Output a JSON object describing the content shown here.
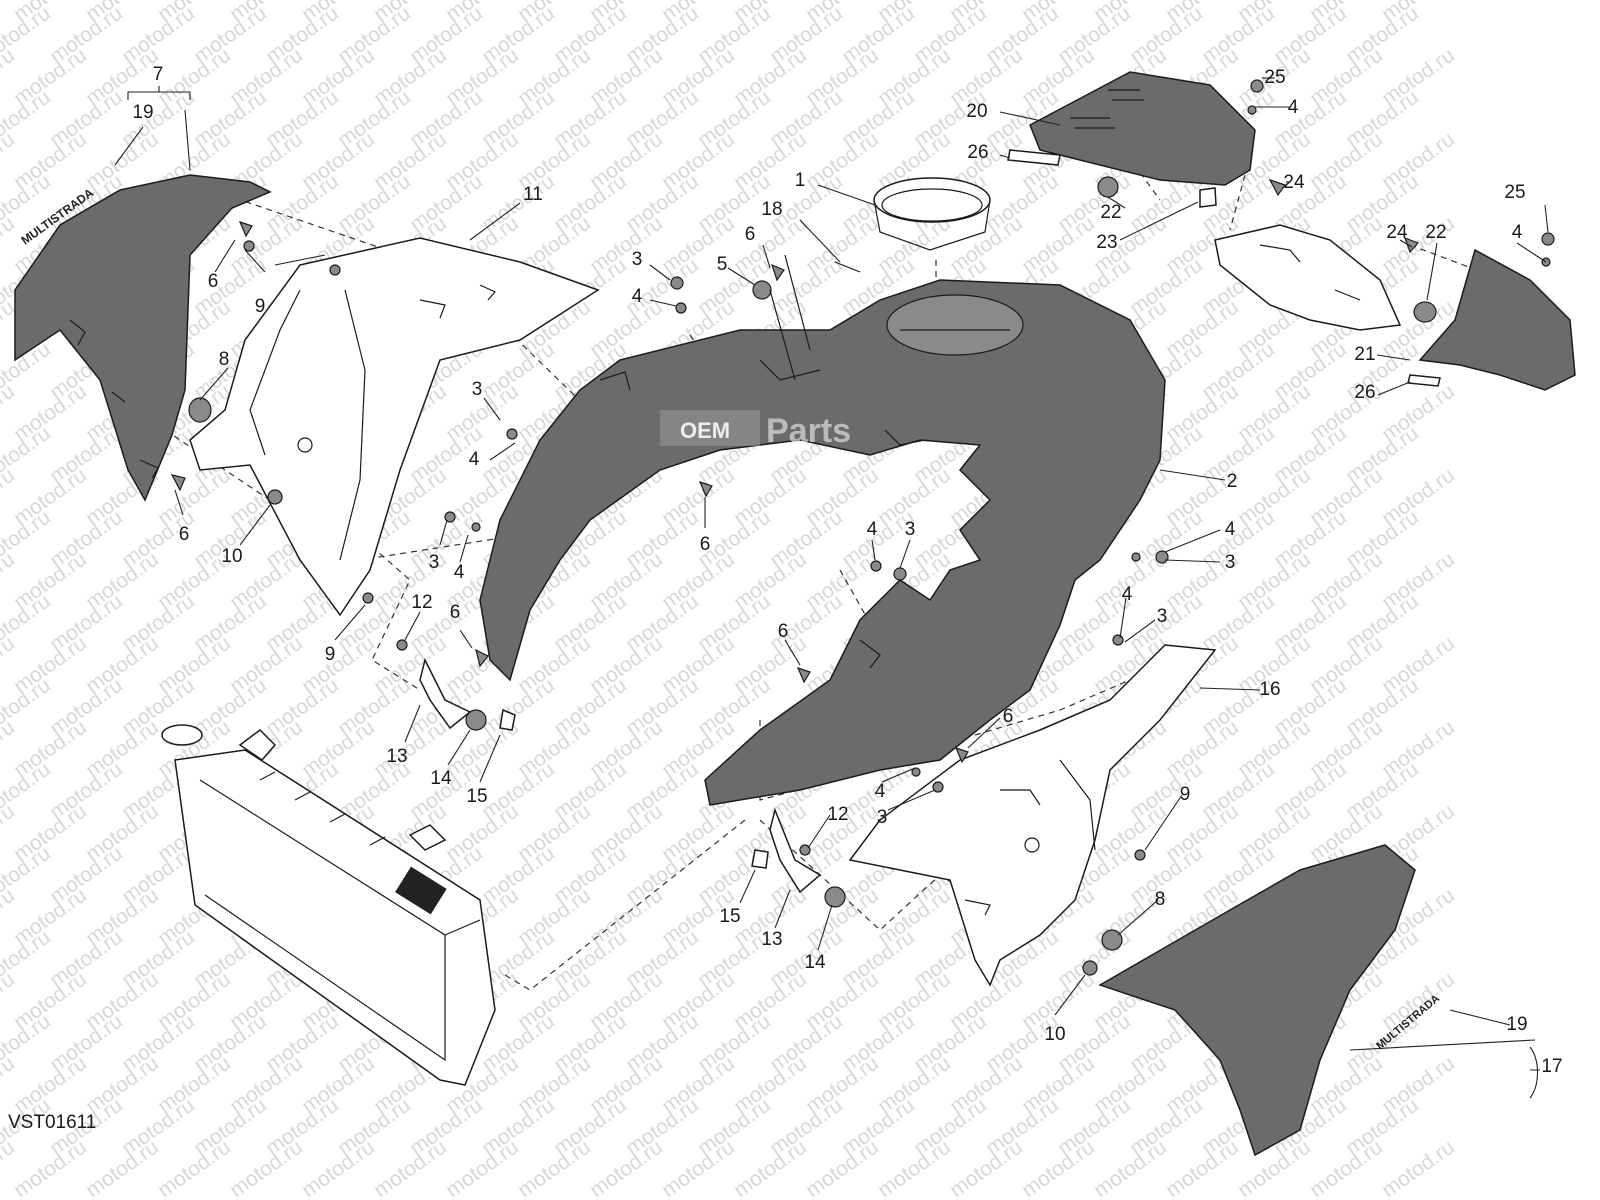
{
  "diagram": {
    "code": "VST01611",
    "watermark": "motod.ru",
    "logo": {
      "oem": "OEM",
      "parts": "Parts"
    },
    "callouts": [
      {
        "id": "c7",
        "text": "7"
      },
      {
        "id": "c19a",
        "text": "19"
      },
      {
        "id": "c6a",
        "text": "6"
      },
      {
        "id": "c9a",
        "text": "9"
      },
      {
        "id": "c11",
        "text": "11"
      },
      {
        "id": "c8a",
        "text": "8"
      },
      {
        "id": "c6b",
        "text": "6"
      },
      {
        "id": "c10a",
        "text": "10"
      },
      {
        "id": "c9b",
        "text": "9"
      },
      {
        "id": "c3a",
        "text": "3"
      },
      {
        "id": "c4a",
        "text": "4"
      },
      {
        "id": "c5",
        "text": "5"
      },
      {
        "id": "c6c",
        "text": "6"
      },
      {
        "id": "c18",
        "text": "18"
      },
      {
        "id": "c1",
        "text": "1"
      },
      {
        "id": "c3b",
        "text": "3"
      },
      {
        "id": "c4b",
        "text": "4"
      },
      {
        "id": "c3c",
        "text": "3"
      },
      {
        "id": "c4c",
        "text": "4"
      },
      {
        "id": "c6d",
        "text": "6"
      },
      {
        "id": "c12a",
        "text": "12"
      },
      {
        "id": "c6e",
        "text": "6"
      },
      {
        "id": "c13a",
        "text": "13"
      },
      {
        "id": "c14a",
        "text": "14"
      },
      {
        "id": "c15a",
        "text": "15"
      },
      {
        "id": "c20",
        "text": "20"
      },
      {
        "id": "c26a",
        "text": "26"
      },
      {
        "id": "c22a",
        "text": "22"
      },
      {
        "id": "c23",
        "text": "23"
      },
      {
        "id": "c25a",
        "text": "25"
      },
      {
        "id": "c4d",
        "text": "4"
      },
      {
        "id": "c24a",
        "text": "24"
      },
      {
        "id": "c25b",
        "text": "25"
      },
      {
        "id": "c24b",
        "text": "24"
      },
      {
        "id": "c22b",
        "text": "22"
      },
      {
        "id": "c4e",
        "text": "4"
      },
      {
        "id": "c21",
        "text": "21"
      },
      {
        "id": "c26b",
        "text": "26"
      },
      {
        "id": "c2",
        "text": "2"
      },
      {
        "id": "c4f",
        "text": "4"
      },
      {
        "id": "c3d",
        "text": "3"
      },
      {
        "id": "c4g",
        "text": "4"
      },
      {
        "id": "c3e",
        "text": "3"
      },
      {
        "id": "c4h",
        "text": "4"
      },
      {
        "id": "c3f",
        "text": "3"
      },
      {
        "id": "c16",
        "text": "16"
      },
      {
        "id": "c6f",
        "text": "6"
      },
      {
        "id": "c6g",
        "text": "6"
      },
      {
        "id": "c4i",
        "text": "4"
      },
      {
        "id": "c3g",
        "text": "3"
      },
      {
        "id": "c12b",
        "text": "12"
      },
      {
        "id": "c9c",
        "text": "9"
      },
      {
        "id": "c15b",
        "text": "15"
      },
      {
        "id": "c13b",
        "text": "13"
      },
      {
        "id": "c14b",
        "text": "14"
      },
      {
        "id": "c8b",
        "text": "8"
      },
      {
        "id": "c10b",
        "text": "10"
      },
      {
        "id": "c19b",
        "text": "19"
      },
      {
        "id": "c17",
        "text": "17"
      }
    ]
  }
}
